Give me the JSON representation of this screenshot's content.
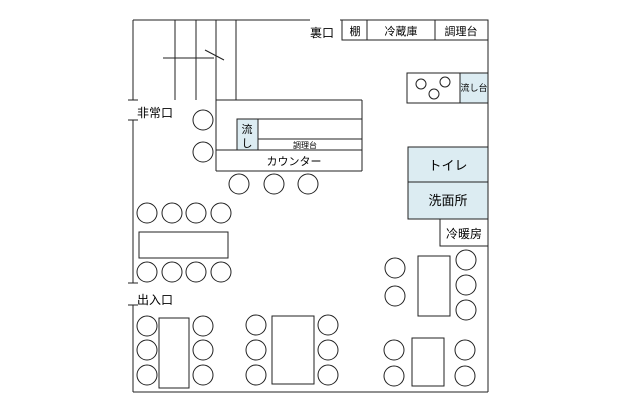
{
  "colors": {
    "fixture_fill": "#dcecf2",
    "line": "#222222"
  },
  "labels": {
    "back_door": "裏口",
    "shelf": "棚",
    "fridge": "冷蔵庫",
    "prep_table_top": "調理台",
    "sink_right": "流し台",
    "emergency_exit": "非常口",
    "sink_left_1": "流",
    "sink_left_2": "し",
    "prep_table_small": "調理台",
    "counter": "カウンター",
    "toilet": "トイレ",
    "washroom": "洗面所",
    "hvac_room": "冷暖房",
    "entrance": "出入口"
  }
}
